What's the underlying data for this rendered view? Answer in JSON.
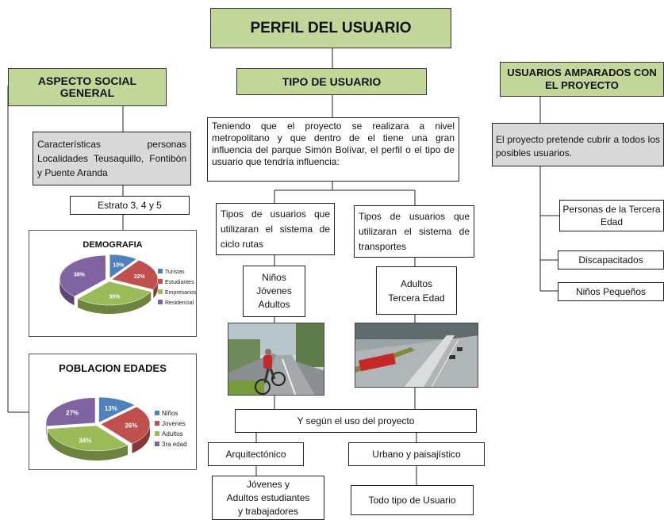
{
  "title": "PERFIL DEL USUARIO",
  "left": {
    "heading": "ASPECTO SOCIAL GENERAL",
    "characteristics": "Características personas Localidades Teusaquillo, Fontibón y Puente Aranda",
    "estrato": "Estrato 3, 4 y 5"
  },
  "center": {
    "heading": "TIPO DE USUARIO",
    "intro": "Teniendo que el proyecto se realizara a nivel metropolitano y que dentro de el tiene una gran influencia del parque Simón Bolívar, el perfil o el tipo de usuario que tendría influencia:",
    "cycle_box": "Tipos de usuarios que utilizaran el sistema de ciclo rutas",
    "transport_box": "Tipos de usuarios que utilizaran el sistema de transportes",
    "cycle_users": [
      "Niños",
      "Jóvenes",
      "Adultos"
    ],
    "transport_users": [
      "Adultos",
      "Tercera Edad"
    ],
    "use_box": "Y según el uso del proyecto",
    "arch": "Arquitectónico",
    "urban": "Urbano y paisajístico",
    "arch_users": [
      "Jóvenes y",
      "Adultos estudiantes",
      "y trabajadores"
    ],
    "urban_users": "Todo tipo de Usuario",
    "photo_cyclist": "cyclist-photo",
    "photo_transit": "transit-photo"
  },
  "right": {
    "heading": "USUARIOS AMPARADOS CON EL PROYECTO",
    "coverage": "El proyecto pretende cubrir a todos los posibles usuarios.",
    "items": [
      "Personas de la Tercera Edad",
      "Discapacitados",
      "Niños Pequeños"
    ]
  },
  "chart_data": [
    {
      "type": "pie",
      "title": "DEMOGRAFIA",
      "categories": [
        "Turistas",
        "Estudiantes",
        "Empresarios",
        "Residencial"
      ],
      "values": [
        10,
        22,
        30,
        38
      ],
      "labels": [
        "10%",
        "22%",
        "30%",
        "38%"
      ],
      "colors": [
        "#4f81bd",
        "#c0504d",
        "#9bbb59",
        "#8064a2"
      ],
      "legend": "right"
    },
    {
      "type": "pie",
      "title": "POBLACION EDADES",
      "categories": [
        "Niños",
        "Jovenes",
        "Adultos",
        "3ra edad"
      ],
      "values": [
        13,
        26,
        34,
        27
      ],
      "labels": [
        "13%",
        "26%",
        "34%",
        "27%"
      ],
      "colors": [
        "#4f81bd",
        "#c0504d",
        "#9bbb59",
        "#8064a2"
      ],
      "legend": "right"
    }
  ]
}
